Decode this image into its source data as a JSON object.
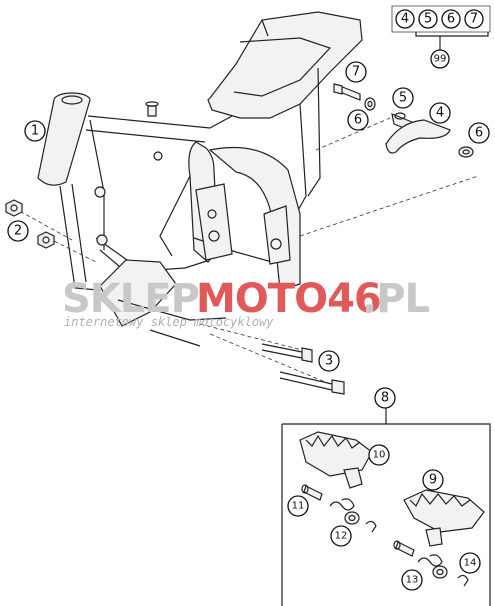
{
  "callouts": {
    "c1": "1",
    "c2": "2",
    "c3": "3",
    "c4": "4",
    "c5": "5",
    "c6a": "6",
    "c6b": "6",
    "c7": "7",
    "c8": "8",
    "c9": "9",
    "c10": "10",
    "c11": "11",
    "c12": "12",
    "c13": "13",
    "c14": "14"
  },
  "kit_box": {
    "items": [
      "4",
      "5",
      "6",
      "7"
    ],
    "code": "99"
  },
  "watermark": {
    "part1": "SKLEP",
    "part2": "MOTO46",
    "part3": ".PL",
    "subtitle": "internetowy sklep motocyklowy"
  }
}
